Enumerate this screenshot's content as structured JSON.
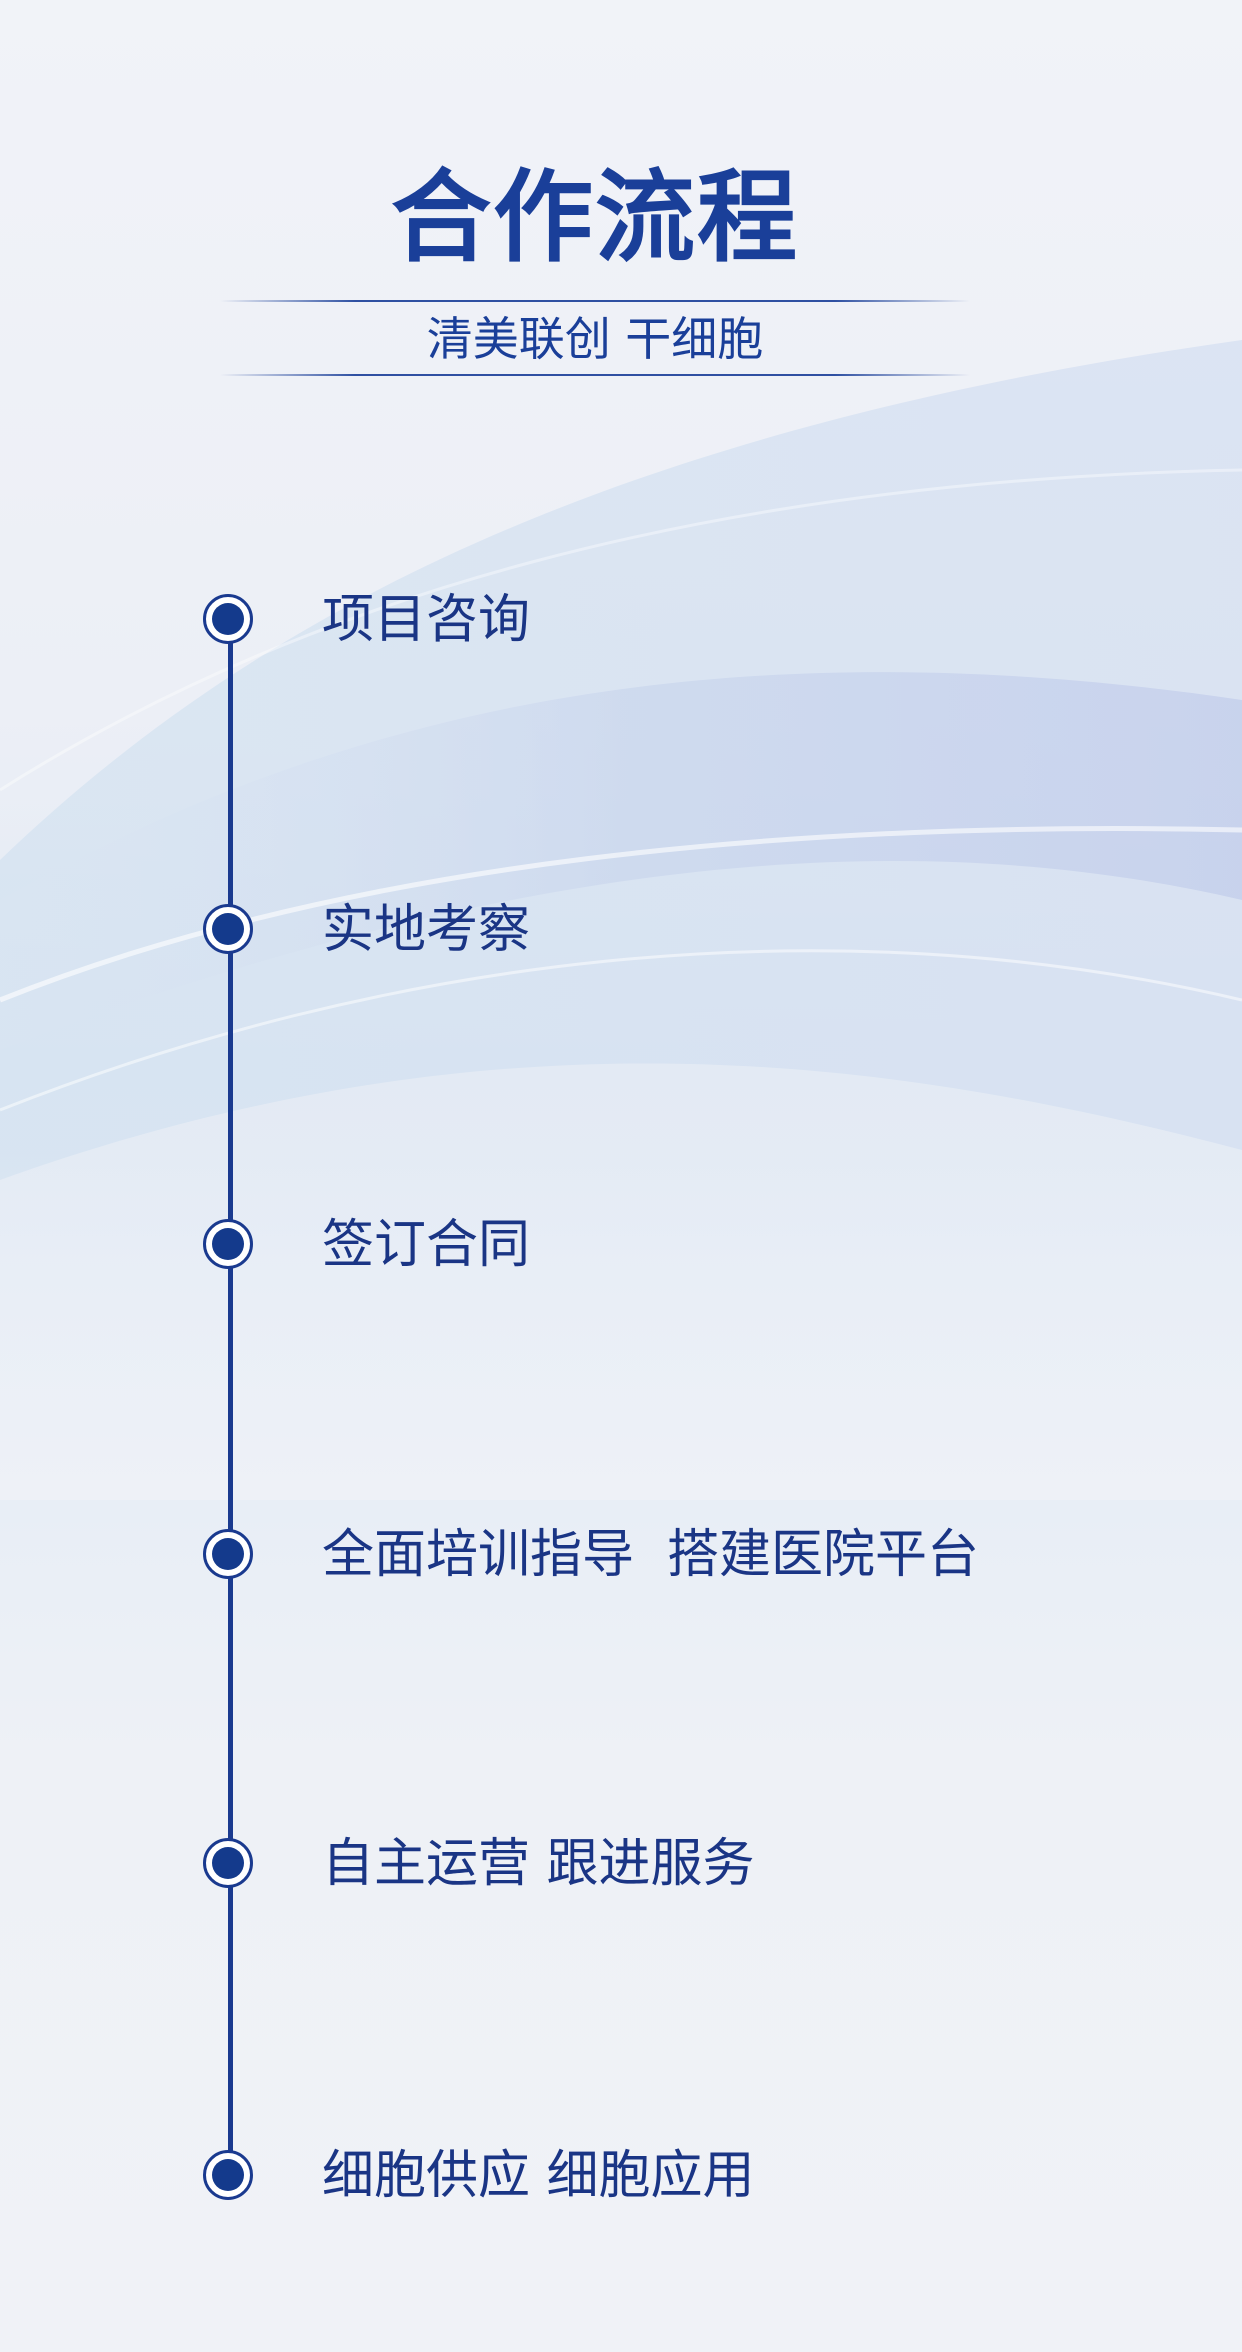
{
  "header": {
    "title": "合作流程",
    "subtitle": "清美联创 干细胞"
  },
  "steps": [
    {
      "label": "项目咨询"
    },
    {
      "label": "实地考察"
    },
    {
      "label": "签订合同"
    },
    {
      "label": "全面培训指导  搭建医院平台"
    },
    {
      "label": "自主运营 跟进服务"
    },
    {
      "label": "细胞供应 细胞应用"
    }
  ],
  "colors": {
    "primary": "#1a3f99",
    "timeline": "#1a3a8f",
    "background": "#eff1f6"
  }
}
